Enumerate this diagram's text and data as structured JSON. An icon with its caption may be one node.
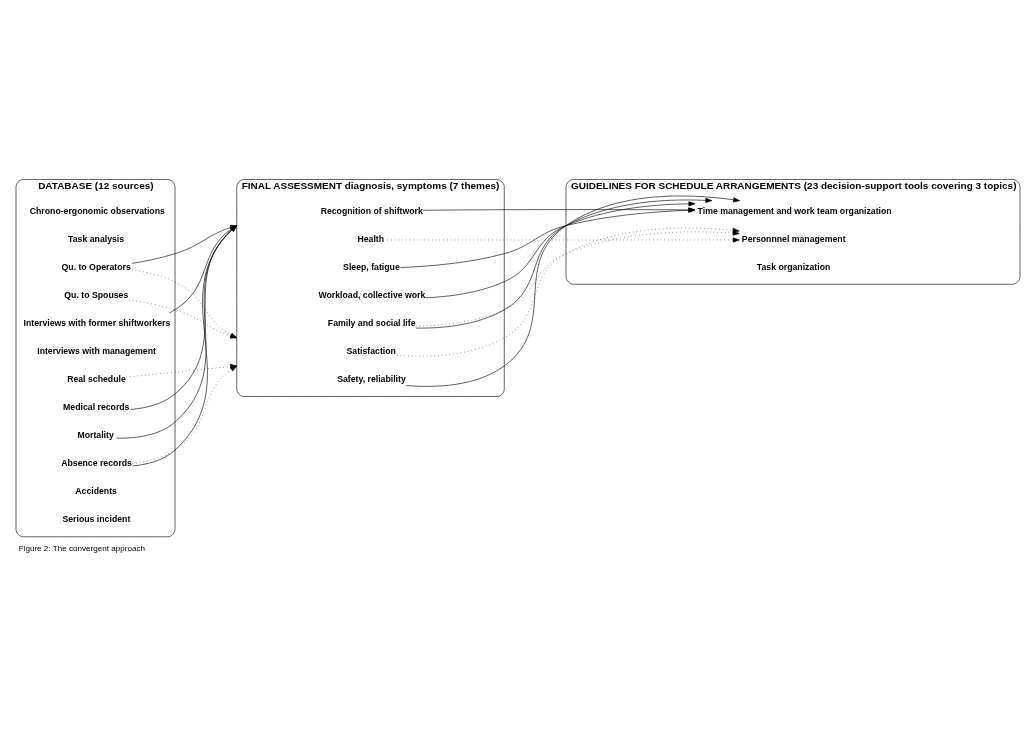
{
  "diagram": {
    "caption": "Figure 2: The convergent approach",
    "nodes": [
      {
        "text": [
          "DATABASE (12 sources)"
        ]
      },
      {
        "text": [
          "Chrono-ergonomic observations"
        ],
        "in": 0
      },
      {
        "text": [
          "Task analysis"
        ],
        "in": 0
      },
      {
        "text": [
          "Qu. to Operators"
        ],
        "in": 0
      },
      {
        "text": [
          "Qu. to Spouses"
        ],
        "in": 0
      },
      {
        "text": [
          "Interviews with former shiftworkers"
        ],
        "in": 0
      },
      {
        "text": [
          "Interviews with management"
        ],
        "in": 0
      },
      {
        "text": [
          "Real schedule"
        ],
        "in": 0
      },
      {
        "text": [
          "Medical records"
        ],
        "in": 0
      },
      {
        "text": [
          "Mortality"
        ],
        "in": 0
      },
      {
        "text": [
          "Absence records"
        ],
        "in": 0
      },
      {
        "text": [
          "Accidents"
        ],
        "in": 0
      },
      {
        "text": [
          "Serious incident"
        ],
        "in": 0
      },
      {
        "text": [
          "FINAL ASSESSMENT diagnosis, symptoms (7 themes)"
        ]
      },
      {
        "text": [
          "Recognition of shiftwork"
        ],
        "in": 13
      },
      {
        "text": [
          "Health"
        ],
        "in": 13
      },
      {
        "text": [
          "Sleep, fatigue"
        ],
        "in": 13
      },
      {
        "text": [
          "Workload, collective work"
        ],
        "in": 13
      },
      {
        "text": [
          "Family and social life"
        ],
        "in": 13
      },
      {
        "text": [
          "Satisfaction"
        ],
        "in": 13
      },
      {
        "text": [
          "Safety, reliability"
        ],
        "in": 13
      },
      {
        "text": [
          "GUIDELINES FOR SCHEDULE ARRANGEMENTS (23 decision-support tools covering 3 topics)"
        ]
      },
      {
        "text": [
          "Time management and work team organization"
        ],
        "in": 21
      },
      {
        "text": [
          "Personnnel management"
        ],
        "in": 21
      },
      {
        "text": [
          "Task organization"
        ],
        "in": 21
      }
    ],
    "edges": [
      {
        "from": 3,
        "to": 13,
        "arrow": "to"
      },
      {
        "from": 3,
        "to": 13,
        "arrow": "to",
        "style": "dashed"
      },
      {
        "from": 4,
        "to": 13,
        "arrow": "to",
        "style": "dashed"
      },
      {
        "from": 5,
        "to": 13,
        "arrow": "to"
      },
      {
        "from": 7,
        "to": 13,
        "arrow": "to",
        "style": "dashed"
      },
      {
        "from": 8,
        "to": 13,
        "arrow": "to"
      },
      {
        "from": 9,
        "to": 13,
        "arrow": "to"
      },
      {
        "from": 10,
        "to": 13,
        "arrow": "to"
      },
      {
        "from": 10,
        "to": 13,
        "arrow": "to",
        "style": "dashed"
      },
      {
        "from": 14,
        "to": 22,
        "arrow": "to"
      },
      {
        "from": 15,
        "to": 23,
        "arrow": "to",
        "style": "dashed"
      },
      {
        "from": 16,
        "to": 22,
        "arrow": "to"
      },
      {
        "from": 17,
        "to": 22,
        "arrow": "to"
      },
      {
        "from": 18,
        "to": 22,
        "arrow": "to"
      },
      {
        "from": 18,
        "to": 23,
        "arrow": "to",
        "style": "dashed"
      },
      {
        "from": 19,
        "to": 23,
        "arrow": "to",
        "style": "dashed"
      },
      {
        "from": 20,
        "to": 22,
        "arrow": "to"
      }
    ]
  }
}
